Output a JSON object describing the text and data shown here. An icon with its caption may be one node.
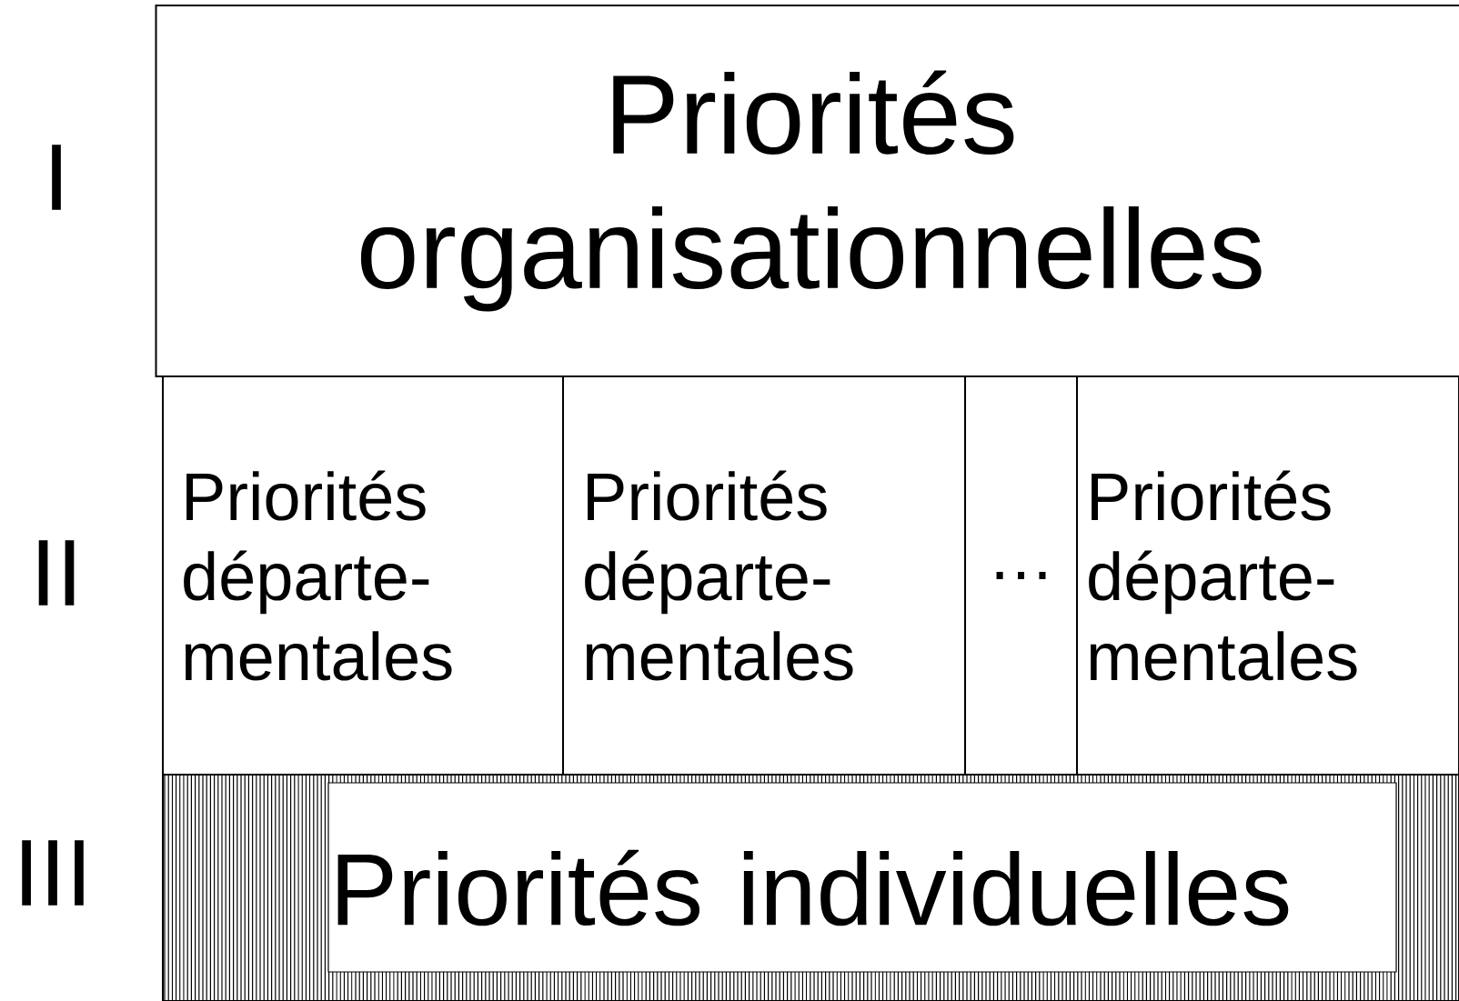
{
  "diagram": {
    "nodes": [
      {
        "text": [
          "Priorités organisationnelles"
        ]
      },
      {
        "text": [
          "Priorités départe- mentales"
        ]
      },
      {
        "text": [
          "Priorités départe- mentales"
        ]
      },
      {
        "text": [
          "…"
        ]
      },
      {
        "text": [
          "Priorités départe- mentales"
        ]
      },
      {
        "text": [
          "Priorités individuelles"
        ]
      }
    ],
    "edges": [],
    "labels": [
      "I",
      "II",
      "III"
    ]
  }
}
